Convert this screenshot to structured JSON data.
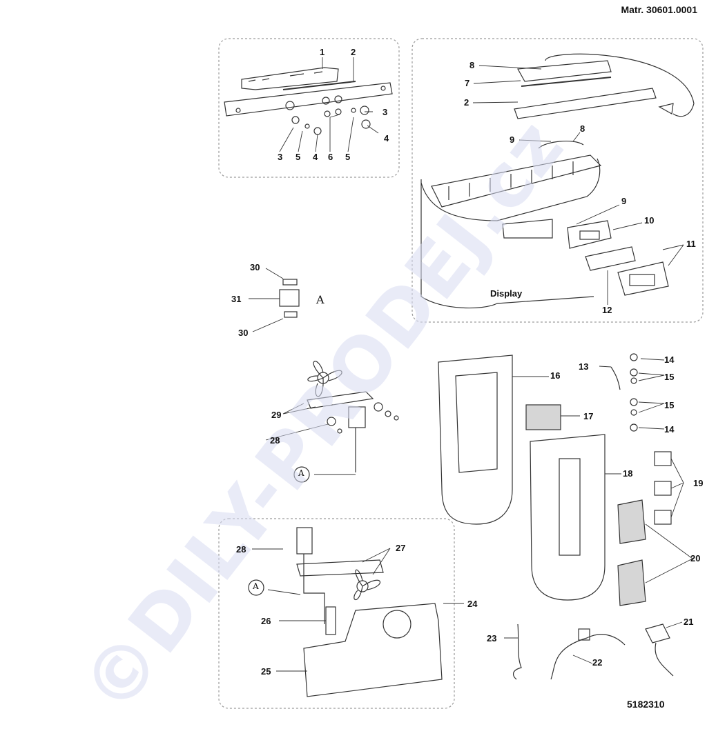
{
  "header": {
    "material_code": "Matr. 30601.0001"
  },
  "footer": {
    "drawing_code": "5182310"
  },
  "watermark": "©DILY-PRODEJ.cz",
  "display_caption": "Display",
  "reference_marker": "A",
  "callouts": {
    "c1": "1",
    "c2a": "2",
    "c3a": "3",
    "c4a": "4",
    "c3b": "3",
    "c5a": "5",
    "c4b": "4",
    "c6": "6",
    "c5b": "5",
    "c8a": "8",
    "c7": "7",
    "c2b": "2",
    "c9a": "9",
    "c8b": "8",
    "c9b": "9",
    "c10": "10",
    "c11": "11",
    "c12": "12",
    "c30a": "30",
    "c31": "31",
    "c30b": "30",
    "c29": "29",
    "c28a": "28",
    "c13": "13",
    "c14a": "14",
    "c15a": "15",
    "c15b": "15",
    "c14b": "14",
    "c16": "16",
    "c17": "17",
    "c18": "18",
    "c19": "19",
    "c20": "20",
    "c28b": "28",
    "c27": "27",
    "c26": "26",
    "c24": "24",
    "c25": "25",
    "c23": "23",
    "c22": "22",
    "c21": "21"
  },
  "colors": {
    "line": "#333333",
    "panel_border": "#9a9a9a",
    "watermark": "#d8dcf2"
  }
}
